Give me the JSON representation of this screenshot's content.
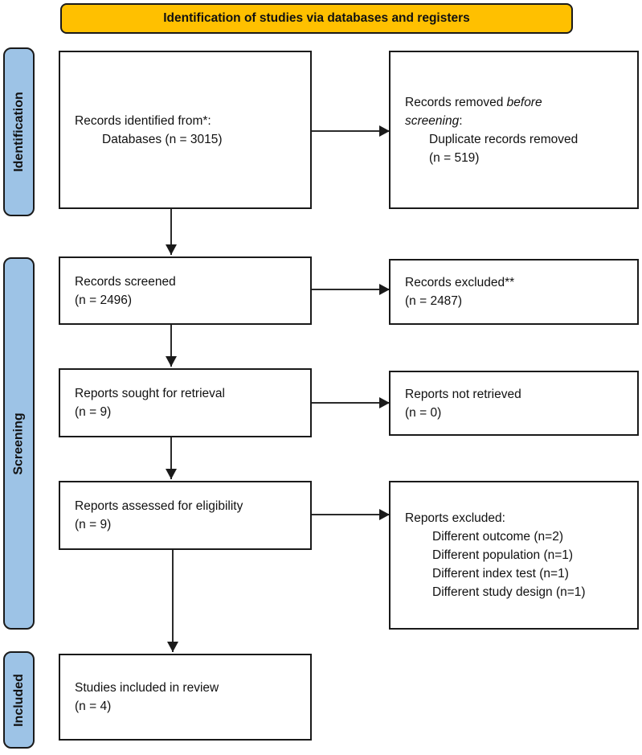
{
  "banner": {
    "label": "Identification of studies via databases and registers"
  },
  "stages": [
    {
      "label": "Identification"
    },
    {
      "label": "Screening"
    },
    {
      "label": "Included"
    }
  ],
  "boxes": {
    "records_identified": {
      "title": "Records identified from*:",
      "detail": "Databases (n = 3015)"
    },
    "records_removed": {
      "title_plain": "Records removed ",
      "title_italic_line1": "before",
      "title_italic_line2": "screening",
      "title_colon": ":",
      "detail_line1": "Duplicate records removed",
      "detail_line2": "(n = 519)"
    },
    "records_screened": {
      "title": "Records screened",
      "count": "(n = 2496)"
    },
    "records_excluded": {
      "title": "Records excluded**",
      "count": "(n = 2487)"
    },
    "reports_sought": {
      "title": "Reports sought for retrieval",
      "count": "(n = 9)"
    },
    "reports_not_retrieved": {
      "title": "Reports not retrieved",
      "count": "(n = 0)"
    },
    "reports_assessed": {
      "title": "Reports assessed for eligibility",
      "count": "(n = 9)"
    },
    "reports_excluded": {
      "title": "Reports excluded:",
      "reasons": [
        "Different outcome (n=2)",
        "Different population (n=1)",
        "Different index test (n=1)",
        "Different study design (n=1)"
      ]
    },
    "studies_included": {
      "title": "Studies included in review",
      "count": "(n = 4)"
    }
  },
  "colors": {
    "banner_bg": "#FFC000",
    "stage_bg": "#9DC3E6",
    "box_border": "#1A1A1A",
    "arrow": "#2B2B2B"
  }
}
